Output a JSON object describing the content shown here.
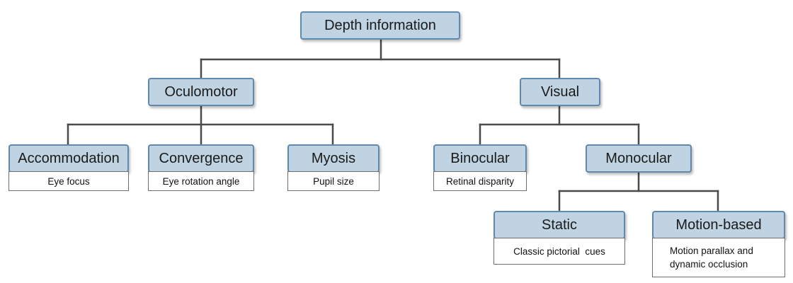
{
  "diagram": {
    "root": {
      "label": "Depth information"
    },
    "oculomotor": {
      "label": "Oculomotor",
      "accommodation": {
        "label": "Accommodation",
        "desc": "Eye focus"
      },
      "convergence": {
        "label": "Convergence",
        "desc": "Eye rotation angle"
      },
      "myosis": {
        "label": "Myosis",
        "desc": "Pupil size"
      }
    },
    "visual": {
      "label": "Visual",
      "binocular": {
        "label": "Binocular",
        "desc": "Retinal disparity"
      },
      "monocular": {
        "label": "Monocular",
        "static": {
          "label": "Static",
          "desc": "Classic pictorial  cues"
        },
        "motion_based": {
          "label": "Motion-based",
          "desc": "Motion parallax and dynamic occlusion"
        }
      }
    }
  },
  "colors": {
    "node_fill": "#bfd3e2",
    "node_border": "#5f89ad",
    "connector": "#4a4a4a",
    "desc_border": "#6e6e6e"
  }
}
